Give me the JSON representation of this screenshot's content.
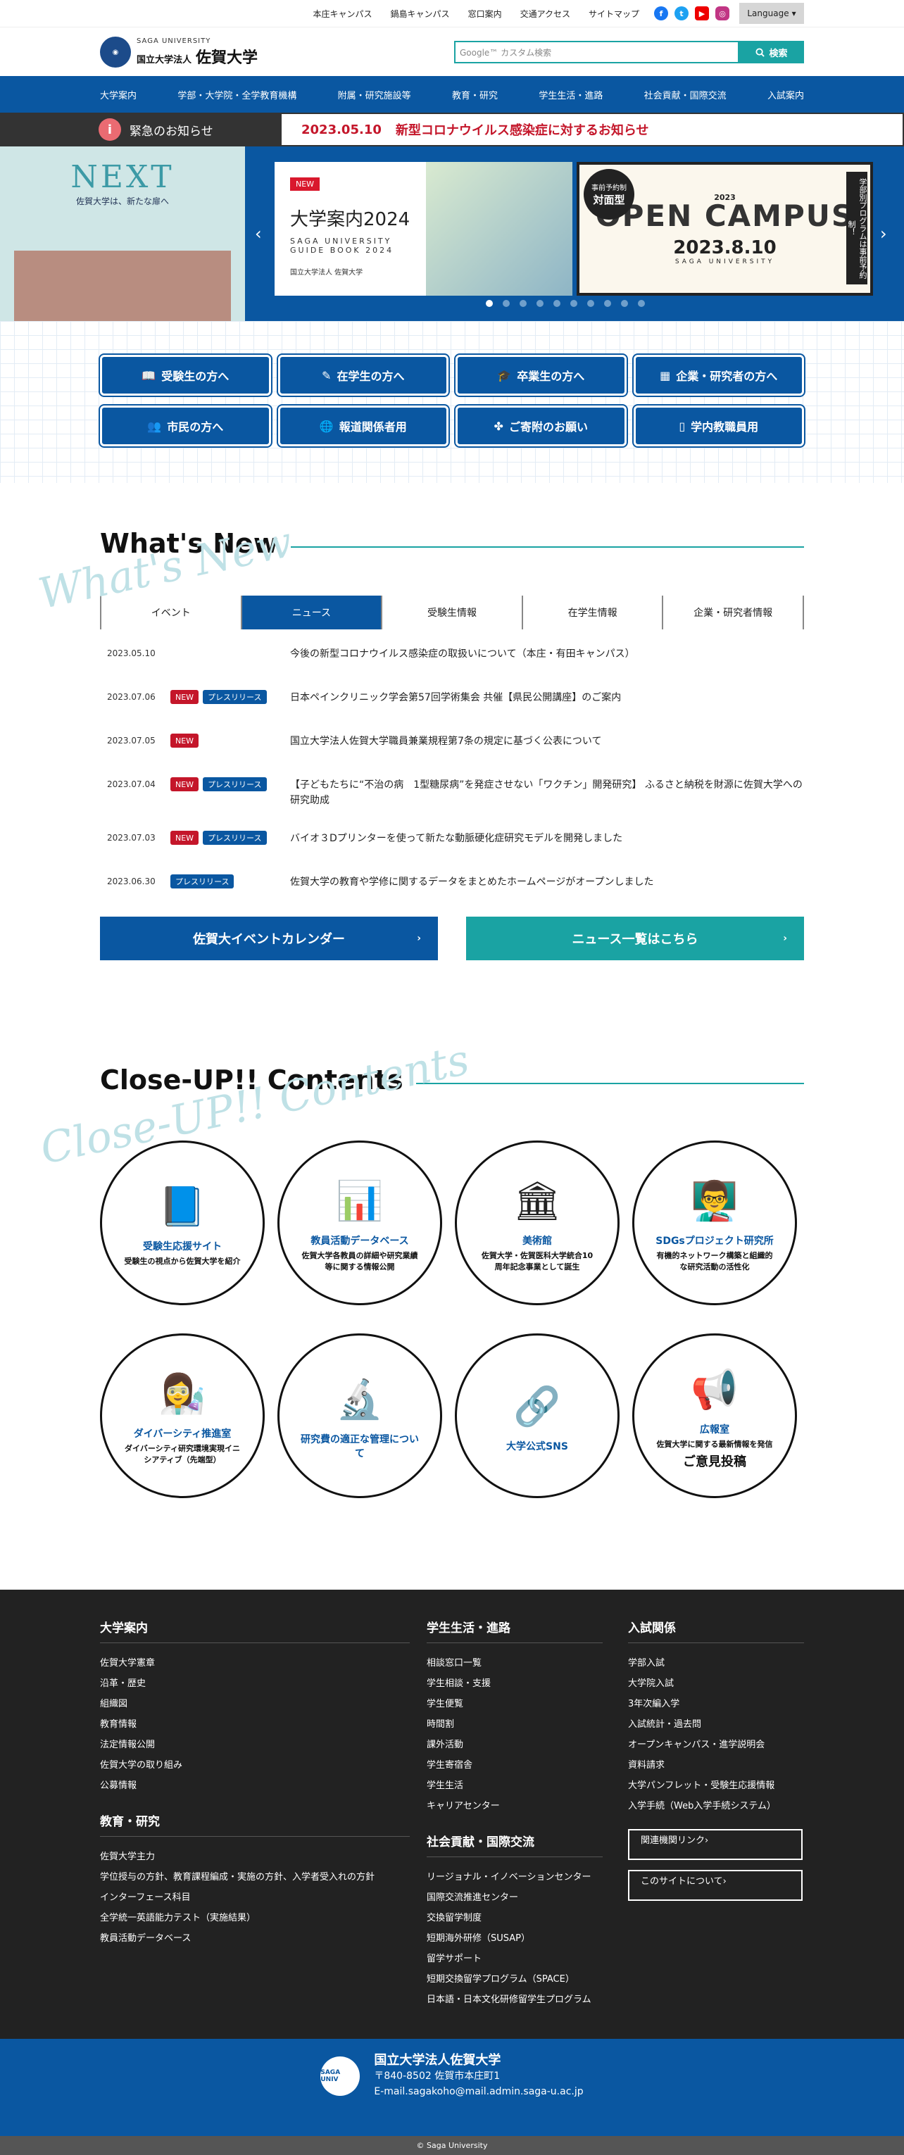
{
  "topbar": {
    "links": [
      "本庄キャンパス",
      "鍋島キャンパス",
      "窓口案内",
      "交通アクセス",
      "サイトマップ"
    ],
    "language": "Language"
  },
  "header": {
    "logo_en": "SAGA UNIVERSITY",
    "logo_sub": "国立大学法人",
    "logo_name": "佐賀大学",
    "search_placeholder": "Google™ カスタム検索",
    "search_button": "検索"
  },
  "nav": [
    "大学案内",
    "学部・大学院・全学教育機構",
    "附属・研究施設等",
    "教育・研究",
    "学生生活・進路",
    "社会貢献・国際交流",
    "入試案内"
  ],
  "emergency": {
    "label": "緊急のお知らせ",
    "date": "2023.05.10",
    "text": "新型コロナウイルス感染症に対するお知らせ"
  },
  "hero": {
    "left_title": "NEXT",
    "left_sub": "佐賀大学は、新たな扉へ",
    "guide_tag": "NEW",
    "guide_title": "大学案内2024",
    "guide_en": "SAGA UNIVERSITY GUIDE BOOK 2024",
    "guide_logo": "国立大学法人 佐賀大学",
    "oc_badge_small": "事前予約制",
    "oc_badge_big": "対面型",
    "oc_title": "OPEN CAMPUS",
    "oc_year": "2023",
    "oc_date": "2023.8.10",
    "oc_sub": "SAGA UNIVERSITY",
    "oc_ribbon": "学部別プログラムは事前予約制！",
    "dots": 10,
    "active_dot": 0,
    "colors": {
      "brand": "#0a57a1",
      "teal": "#1aa3a3",
      "alert": "#c4162a"
    }
  },
  "audience": [
    "受験生の方へ",
    "在学生の方へ",
    "卒業生の方へ",
    "企業・研究者の方へ",
    "市民の方へ",
    "報道関係者用",
    "ご寄附のお願い",
    "学内教職員用"
  ],
  "whatsnew": {
    "title": "What's New",
    "ghost": "What's New",
    "tabs": [
      "イベント",
      "ニュース",
      "受験生情報",
      "在学生情報",
      "企業・研究者情報"
    ],
    "active_tab": 1,
    "items": [
      {
        "date": "2023.05.10",
        "badges": [],
        "text": "今後の新型コロナウイルス感染症の取扱いについて（本庄・有田キャンパス）"
      },
      {
        "date": "2023.07.06",
        "badges": [
          "NEW",
          "プレスリリース"
        ],
        "text": "日本ペインクリニック学会第57回学術集会 共催【県民公開講座】のご案内"
      },
      {
        "date": "2023.07.05",
        "badges": [
          "NEW"
        ],
        "text": "国立大学法人佐賀大学職員兼業規程第7条の規定に基づく公表について"
      },
      {
        "date": "2023.07.04",
        "badges": [
          "NEW",
          "プレスリリース"
        ],
        "text": "【子どもたちに“不治の病　1型糖尿病”を発症させない「ワクチン」開発研究】 ふるさと納税を財源に佐賀大学への研究助成"
      },
      {
        "date": "2023.07.03",
        "badges": [
          "NEW",
          "プレスリリース"
        ],
        "text": "バイオ３Dプリンターを使って新たな動脈硬化症研究モデルを開発しました"
      },
      {
        "date": "2023.06.30",
        "badges": [
          "プレスリリース"
        ],
        "text": "佐賀大学の教育や学修に関するデータをまとめたホームページがオープンしました"
      }
    ],
    "btn_calendar": "佐賀大イベントカレンダー",
    "btn_news": "ニュース一覧はこちら"
  },
  "closeup": {
    "title": "Close-UP!! Contents",
    "ghost": "Close-UP!! Contents",
    "items": [
      {
        "icon": "book-icon",
        "title": "受験生応援サイト",
        "desc": "受験生の視点から佐賀大学を紹介",
        "big": ""
      },
      {
        "icon": "bar-chart-icon",
        "title": "教員活動データベース",
        "desc": "佐賀大学各教員の詳細や研究業績等に関する情報公開",
        "big": ""
      },
      {
        "icon": "museum-icon",
        "title": "美術館",
        "desc": "佐賀大学・佐賀医科大学統合10周年記念事業として誕生",
        "big": ""
      },
      {
        "icon": "presentation-icon",
        "title": "SDGsプロジェクト研究所",
        "desc": "有機的ネットワーク構築と組織的な研究活動の活性化",
        "big": ""
      },
      {
        "icon": "researcher-icon",
        "title": "ダイバーシティ推進室",
        "desc": "ダイバーシティ研究環境実現イニシアティブ（先端型）",
        "big": ""
      },
      {
        "icon": "microscope-icon",
        "title": "研究費の適正な管理について",
        "desc": "",
        "big": ""
      },
      {
        "icon": "network-icon",
        "title": "大学公式SNS",
        "desc": "",
        "big": ""
      },
      {
        "icon": "megaphone-icon",
        "title": "広報室",
        "desc": "佐賀大学に関する最新情報を発信",
        "big": "ご意見投稿"
      }
    ]
  },
  "footer": {
    "col1": [
      {
        "head": "大学案内",
        "links": [
          "佐賀大学憲章",
          "沿革・歴史",
          "組織図",
          "教育情報",
          "法定情報公開",
          "佐賀大学の取り組み",
          "公募情報"
        ]
      },
      {
        "head": "教育・研究",
        "links": [
          "佐賀大学主力",
          "学位授与の方針、教育課程編成・実施の方針、入学者受入れの方針",
          "インターフェース科目",
          "全学統一英語能力テスト（実施結果）",
          "教員活動データベース"
        ]
      }
    ],
    "col2": [
      {
        "head": "学生生活・進路",
        "links": [
          "相談窓口一覧",
          "学生相談・支援",
          "学生便覧",
          "時間割",
          "課外活動",
          "学生寄宿舎",
          "学生生活",
          "キャリアセンター"
        ]
      },
      {
        "head": "社会貢献・国際交流",
        "links": [
          "リージョナル・イノベーションセンター",
          "国際交流推進センター",
          "交換留学制度",
          "短期海外研修（SUSAP）",
          "留学サポート",
          "短期交換留学プログラム（SPACE）",
          "日本語・日本文化研修留学生プログラム"
        ]
      }
    ],
    "col3": {
      "head": "入試関係",
      "links": [
        "学部入試",
        "大学院入試",
        "3年次編入学",
        "入試統計・過去問",
        "オープンキャンパス・進学説明会",
        "資料請求",
        "大学パンフレット・受験生応援情報",
        "入学手続（Web入学手続システム）"
      ]
    },
    "btn_links": "関連機関リンク",
    "btn_about": "このサイトについて"
  },
  "bottom": {
    "name": "国立大学法人佐賀大学",
    "postal": "〒840-8502 佐賀市本庄町1",
    "email": "E-mail.sagakoho@mail.admin.saga-u.ac.jp",
    "seal": "SAGA UNIV"
  },
  "copyright": "© Saga University"
}
